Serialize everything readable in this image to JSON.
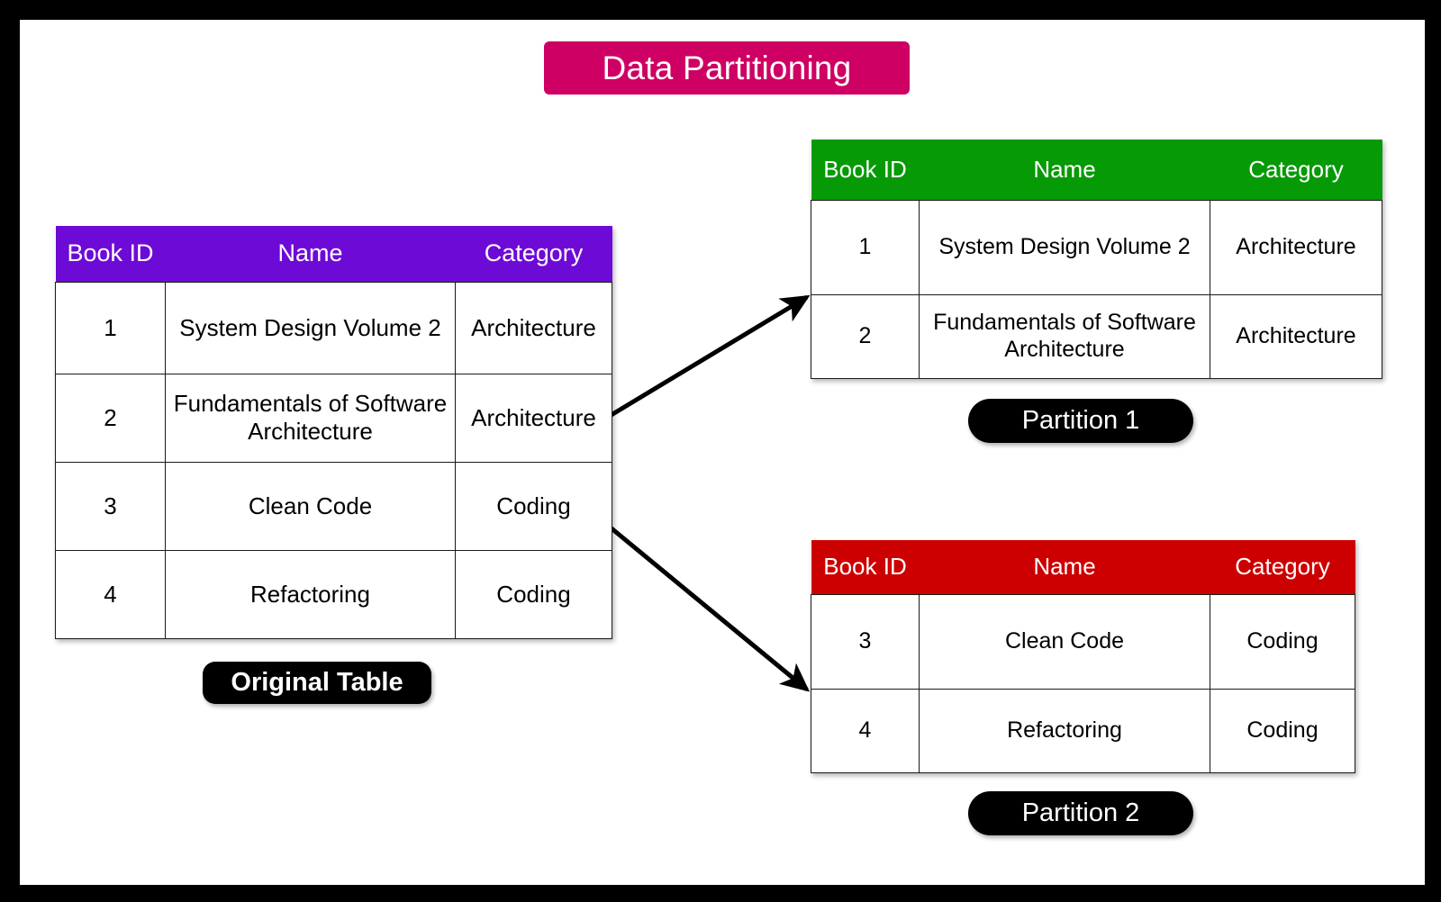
{
  "title": "Data Partitioning",
  "columns": [
    "Book ID",
    "Name",
    "Category"
  ],
  "colors": {
    "title_banner": "#ce0063",
    "original_header": "#6e0ad6",
    "partition1_header": "#069a06",
    "partition2_header": "#cc0000",
    "label_pill": "#000000",
    "frame": "#000000",
    "page": "#ffffff"
  },
  "original_table": {
    "label": "Original Table",
    "headers": [
      "Book ID",
      "Name",
      "Category"
    ],
    "rows": [
      {
        "book_id": "1",
        "name": "System Design Volume 2",
        "category": "Architecture"
      },
      {
        "book_id": "2",
        "name": "Fundamentals of Software Architecture",
        "category": "Architecture"
      },
      {
        "book_id": "3",
        "name": "Clean Code",
        "category": "Coding"
      },
      {
        "book_id": "4",
        "name": "Refactoring",
        "category": "Coding"
      }
    ]
  },
  "partition1_table": {
    "label": "Partition 1",
    "headers": [
      "Book ID",
      "Name",
      "Category"
    ],
    "rows": [
      {
        "book_id": "1",
        "name": "System Design Volume 2",
        "category": "Architecture"
      },
      {
        "book_id": "2",
        "name": "Fundamentals of Software Architecture",
        "category": "Architecture"
      }
    ]
  },
  "partition2_table": {
    "label": "Partition 2",
    "headers": [
      "Book ID",
      "Name",
      "Category"
    ],
    "rows": [
      {
        "book_id": "3",
        "name": "Clean Code",
        "category": "Coding"
      },
      {
        "book_id": "4",
        "name": "Refactoring",
        "category": "Coding"
      }
    ]
  },
  "arrows": [
    {
      "name": "arrow-to-partition-1",
      "from": "original-table",
      "to": "partition1-table"
    },
    {
      "name": "arrow-to-partition-2",
      "from": "original-table",
      "to": "partition2-table"
    }
  ]
}
